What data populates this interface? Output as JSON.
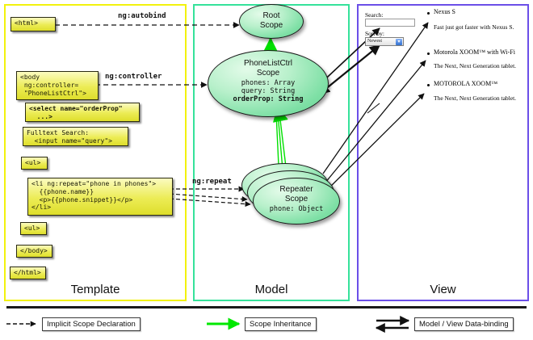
{
  "columns": {
    "template": {
      "label": "Template",
      "accent": "#f2f20d"
    },
    "model": {
      "label": "Model",
      "accent": "#35e29a"
    },
    "view": {
      "label": "View",
      "accent": "#6b4fe8"
    }
  },
  "template_boxes": [
    {
      "id": "html-open",
      "text": "<html>"
    },
    {
      "id": "body-open",
      "text": "<body\n ng:controller=\n \"PhoneListCtrl\">"
    },
    {
      "id": "select",
      "text": "<select name=\"orderProp\"\n  ...>"
    },
    {
      "id": "search",
      "text": "Fulltext Search:\n  <input name=\"query\">"
    },
    {
      "id": "ul-open",
      "text": "<ul>"
    },
    {
      "id": "li-repeat",
      "text": "<li ng:repeat=\"phone in phones\">\n  {{phone.name}}\n  <p>{{phone.snippet}}</p>\n</li>"
    },
    {
      "id": "ul-close",
      "text": "<ul>"
    },
    {
      "id": "body-close",
      "text": "</body>"
    },
    {
      "id": "html-close",
      "text": "</html>"
    }
  ],
  "arrow_labels": {
    "autobind": "ng:autobind",
    "controller": "ng:controller",
    "repeat": "ng:repeat"
  },
  "scopes": {
    "root": {
      "title_line1": "Root",
      "title_line2": "Scope",
      "props": []
    },
    "phonelistctrl": {
      "title_line1": "PhoneListCtrl",
      "title_line2": "Scope",
      "props": [
        {
          "text": "phones: Array",
          "bold": false
        },
        {
          "text": "query: String",
          "bold": false
        },
        {
          "text": "orderProp: String",
          "bold": true
        }
      ]
    },
    "repeater": {
      "title_line1": "Repeater",
      "title_line2": "Scope",
      "props": [
        {
          "text": "phone: Object",
          "bold": false
        }
      ]
    }
  },
  "view": {
    "search_label": "Search:",
    "search_value": "",
    "sort_label": "Sort by:",
    "sort_selected": "Newest",
    "sort_options": [
      "Newest"
    ],
    "phones": [
      {
        "name": "Nexus S",
        "snippet": "Fast just got faster with Nexus S."
      },
      {
        "name": "Motorola XOOM™ with Wi-Fi",
        "snippet": "The Next, Next Generation tablet."
      },
      {
        "name": "MOTOROLA XOOM™",
        "snippet": "The Next, Next Generation tablet."
      }
    ]
  },
  "legend": [
    {
      "id": "implicit",
      "label": "Implicit Scope Declaration",
      "style": "dashed",
      "color": "#1a1a1a"
    },
    {
      "id": "inheritance",
      "label": "Scope Inheritance",
      "style": "solid",
      "color": "#00e800"
    },
    {
      "id": "databinding",
      "label": "Model / View Data-binding",
      "style": "double",
      "color": "#1a1a1a"
    }
  ]
}
